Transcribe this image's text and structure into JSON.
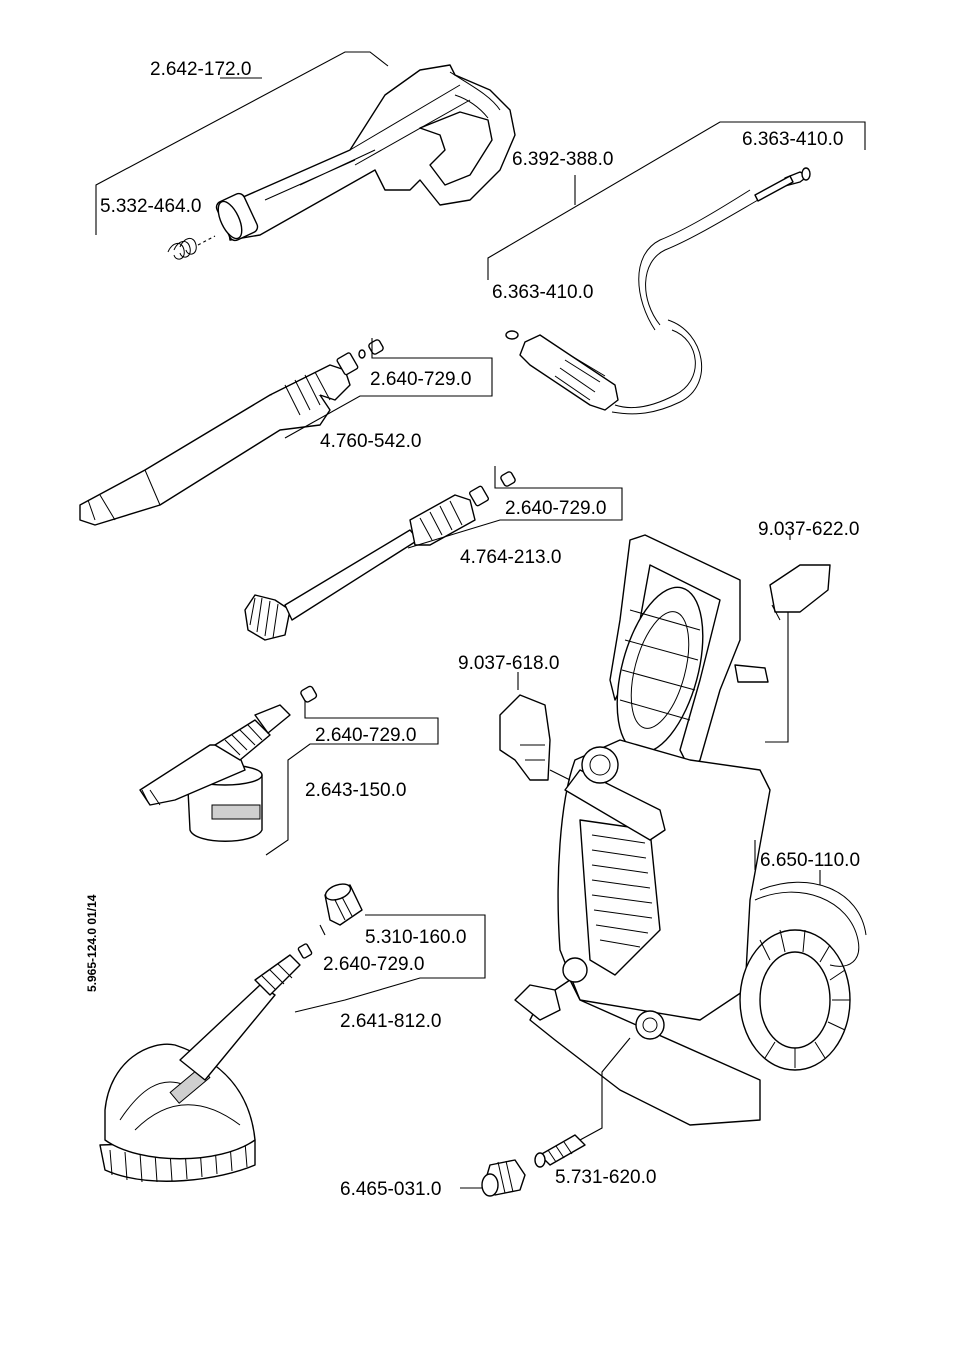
{
  "doc_number": "5.965-124.0  01/14",
  "parts": {
    "trigger_gun": "2.642-172.0",
    "gun_spring": "5.332-464.0",
    "hose": "6.392-388.0",
    "oring_hose_right": "6.363-410.0",
    "oring_hose_left": "6.363-410.0",
    "nozzle_1": "2.640-729.0",
    "vario_lance": "4.760-542.0",
    "nozzle_2": "2.640-729.0",
    "dirt_blaster": "4.764-213.0",
    "cover_right": "9.037-622.0",
    "cover_left": "9.037-618.0",
    "nozzle_3": "2.640-729.0",
    "foam_nozzle": "2.643-150.0",
    "hose_reel_set": "6.650-110.0",
    "adapter": "5.310-160.0",
    "nozzle_4": "2.640-729.0",
    "surface_brush": "2.641-812.0",
    "inlet_filter": "5.731-620.0",
    "garden_coupling": "6.465-031.0"
  }
}
